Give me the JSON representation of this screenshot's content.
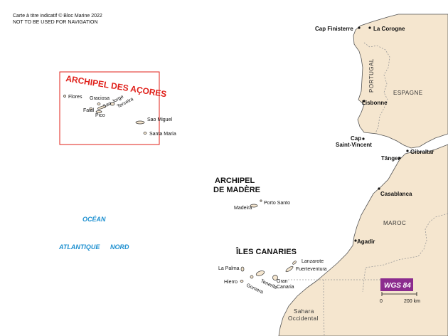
{
  "copyright_note": "Carte à titre indicatif © Bloc Marine 2022",
  "navigation_warning": "NOT TO BE USED FOR NAVIGATION",
  "regions": {
    "azores": "ARCHIPEL DES AÇORES",
    "madeira_line1": "ARCHIPEL",
    "madeira_line2": "DE MADÈRE",
    "canaries": "ÎLES CANARIES"
  },
  "azores_islands": {
    "flores": "Flores",
    "graciosa": "Graciosa",
    "sao_jorge": "Sao Jorge",
    "terceira": "Terceira",
    "faial": "Faial",
    "pico": "Pico",
    "sao_miguel": "Sao Miguel",
    "santa_maria": "Santa Maria"
  },
  "madeira_islands": {
    "madeira": "Madeira",
    "porto_santo": "Porto Santo"
  },
  "canary_islands": {
    "la_palma": "La Palma",
    "hierro": "Hierro",
    "gomera": "Gomera",
    "tenerife": "Tenerife",
    "gran_canaria_line1": "Gran",
    "gran_canaria_line2": "Canaria",
    "lanzarote": "Lanzarote",
    "fuerteventura": "Fuerteventura"
  },
  "ocean": {
    "line1": "OCÉAN",
    "line2_a": "ATLANTIQUE",
    "line2_b": "NORD"
  },
  "places": {
    "cap_finisterre": "Cap Finisterre",
    "la_corogne": "La Corogne",
    "lisbonne": "Lisbonne",
    "cap_line1": "Cap",
    "cap_line2": "Saint-Vincent",
    "gibraltar": "Gibraltar",
    "tanger": "Tânger",
    "casablanca": "Casablanca",
    "agadir": "Agadir"
  },
  "countries": {
    "portugal": "PORTUGAL",
    "espagne": "ESPAGNE",
    "maroc": "MAROC",
    "sahara_line1": "Sahara",
    "sahara_line2": "Occidental"
  },
  "datum_badge": "WGS 84",
  "scale_bar": {
    "start_label": "0",
    "end_label": "200 km"
  },
  "colors": {
    "land": "#f5e6cf",
    "coast": "#555555",
    "azores_box": "#e0201a",
    "ocean_text": "#1e90d0",
    "datum_badge": "#8b2b8e",
    "border": "#999999"
  }
}
